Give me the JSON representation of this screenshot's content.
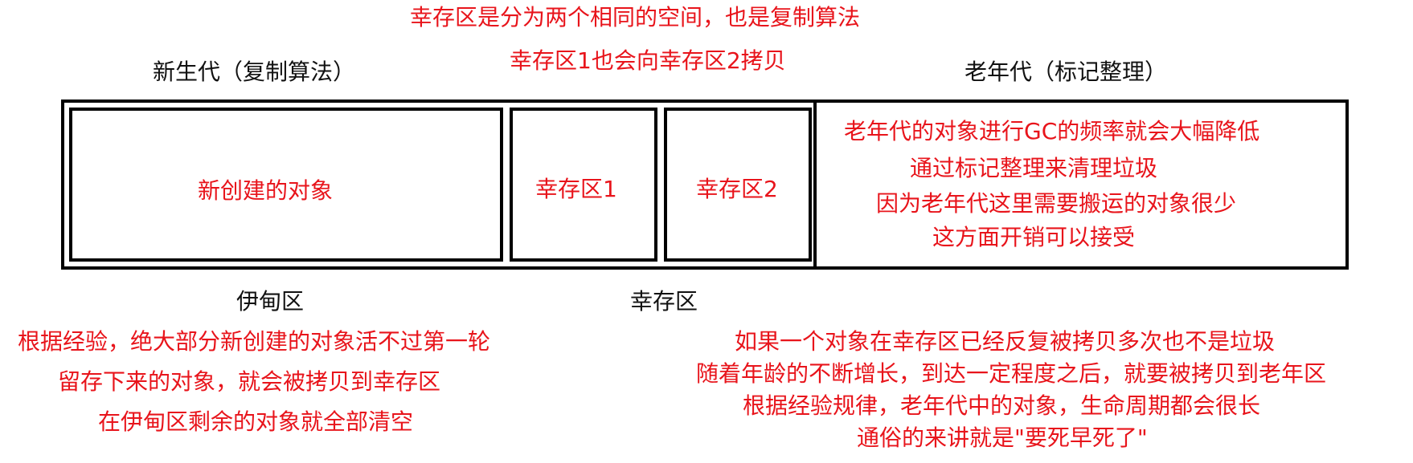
{
  "top": {
    "note_line1": "幸存区是分为两个相同的空间，也是复制算法",
    "note_line2": "幸存区1也会向幸存区2拷贝"
  },
  "headers": {
    "young": "新生代（复制算法）",
    "old": "老年代（标记整理）"
  },
  "cells": {
    "eden": "新创建的对象",
    "survivor1": "幸存区1",
    "survivor2": "幸存区2"
  },
  "old_notes": [
    "老年代的对象进行GC的频率就会大幅降低",
    "通过标记整理来清理垃圾",
    "因为老年代这里需要搬运的对象很少",
    "这方面开销可以接受"
  ],
  "labels": {
    "eden": "伊甸区",
    "survivor": "幸存区"
  },
  "eden_notes": [
    "根据经验，绝大部分新创建的对象活不过第一轮",
    "留存下来的对象，就会被拷贝到幸存区",
    "在伊甸区剩余的对象就全部清空"
  ],
  "survivor_notes": [
    "如果一个对象在幸存区已经反复被拷贝多次也不是垃圾",
    "随着年龄的不断增长，到达一定程度之后，就要被拷贝到老年区",
    "根据经验规律，老年代中的对象，生命周期都会很长",
    "通俗的来讲就是\"要死早死了\""
  ],
  "colors": {
    "annotation": "#e8141b",
    "label": "#111111",
    "border": "#000000"
  }
}
